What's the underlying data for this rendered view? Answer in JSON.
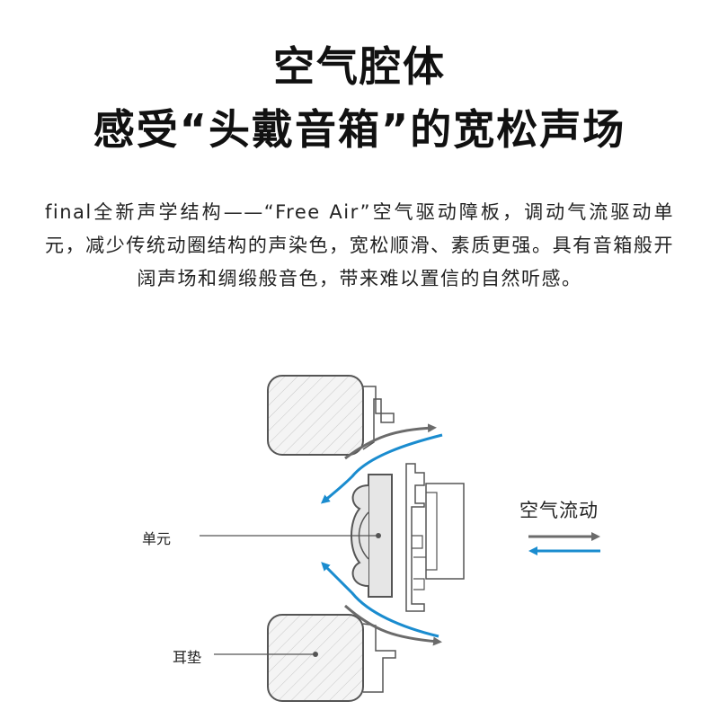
{
  "title": {
    "line1": "空气腔体",
    "line2": "感受“头戴音箱”的宽松声场"
  },
  "description": "final全新声学结构——“Free Air”空气驱动障板，调动气流驱动单元，减少传统动圈结构的声染色，宽松顺滑、素质更强。具有音箱般开阔声场和绸缎般音色，带来难以置信的自然听感。",
  "diagram": {
    "legend_label": "空气流动",
    "driver_label": "单元",
    "earpad_label": "耳垫",
    "colors": {
      "out_arrow": "#6b6b6b",
      "in_arrow": "#1a8ccf",
      "line": "#555555",
      "fill": "#e6e6e6"
    }
  }
}
